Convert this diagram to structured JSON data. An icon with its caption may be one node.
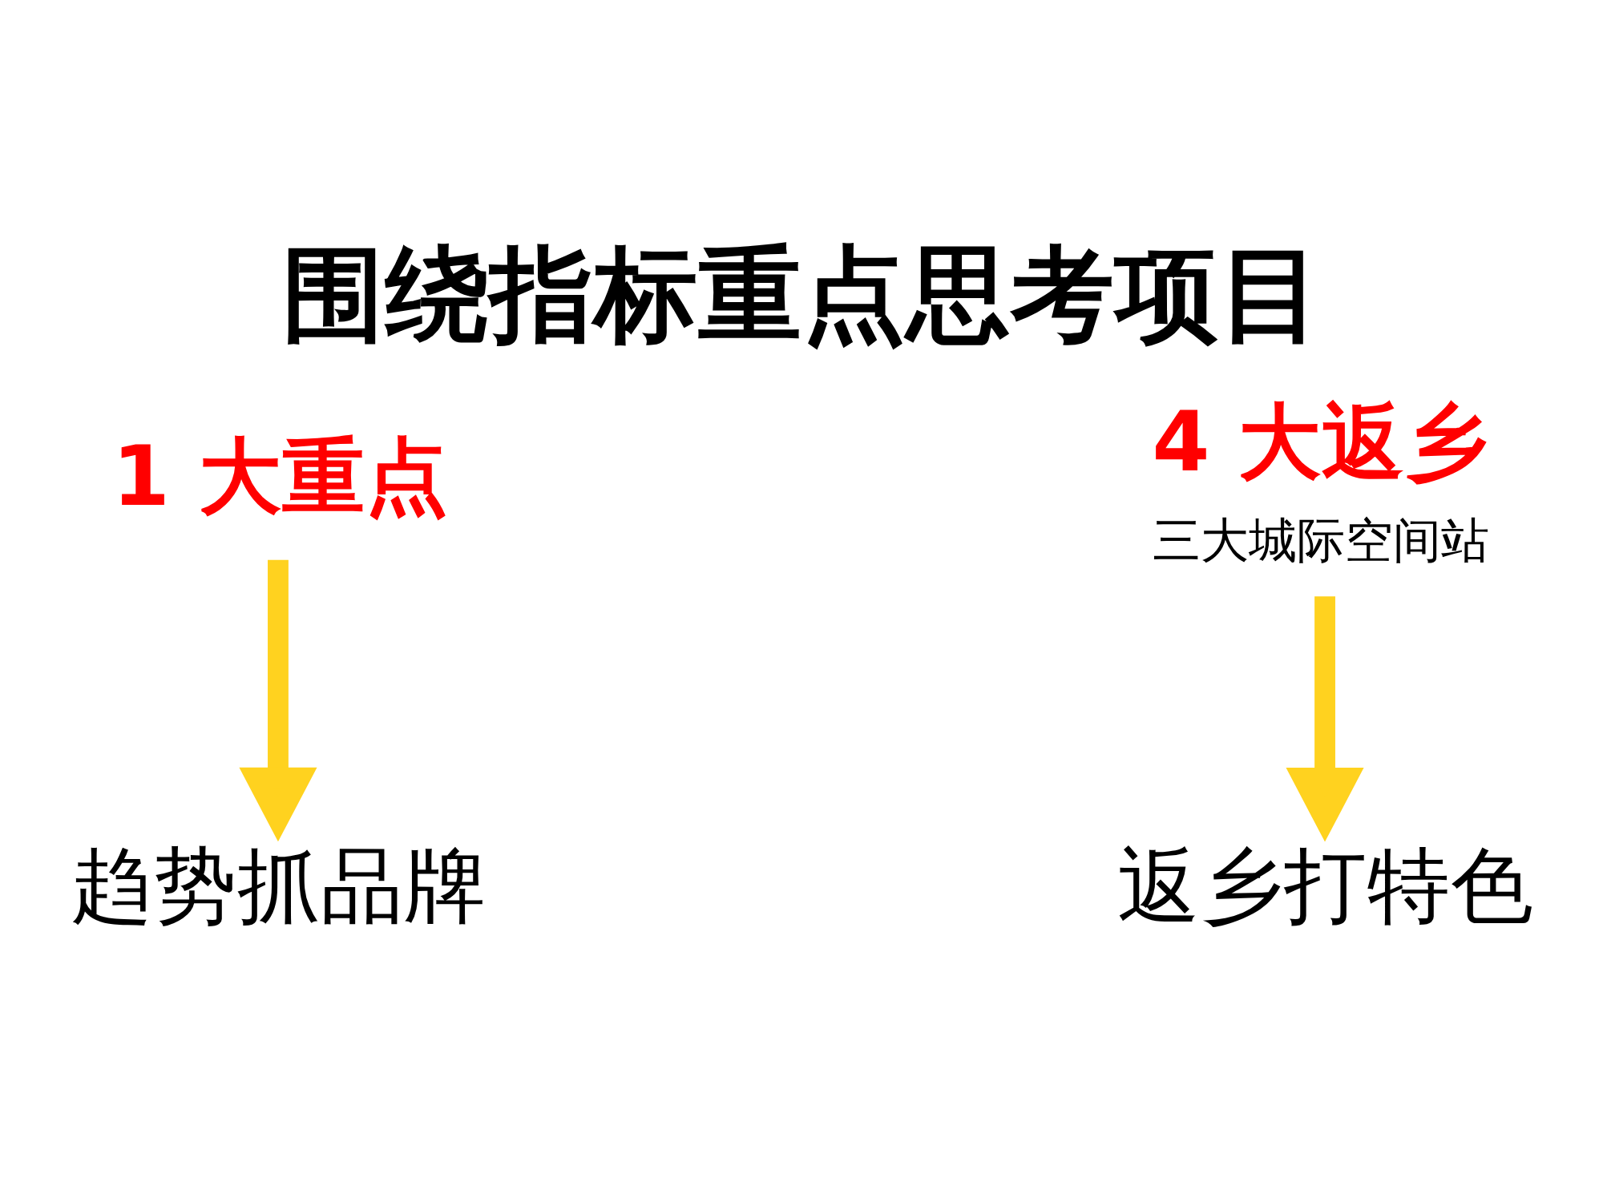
{
  "diagram": {
    "title": "围绕指标重点思考项目",
    "nodes": [
      {
        "text": [
          "1 大重点"
        ]
      },
      {
        "text": [
          "4 大返乡",
          "三大城际空间站"
        ]
      },
      {
        "text": [
          "趋势抓品牌"
        ]
      },
      {
        "text": [
          "返乡打特色"
        ]
      }
    ],
    "edges": [
      {
        "from": 0,
        "to": 2,
        "arrow": "to",
        "color": "#ffd21f"
      },
      {
        "from": 1,
        "to": 3,
        "arrow": "to",
        "color": "#ffd21f"
      }
    ]
  }
}
